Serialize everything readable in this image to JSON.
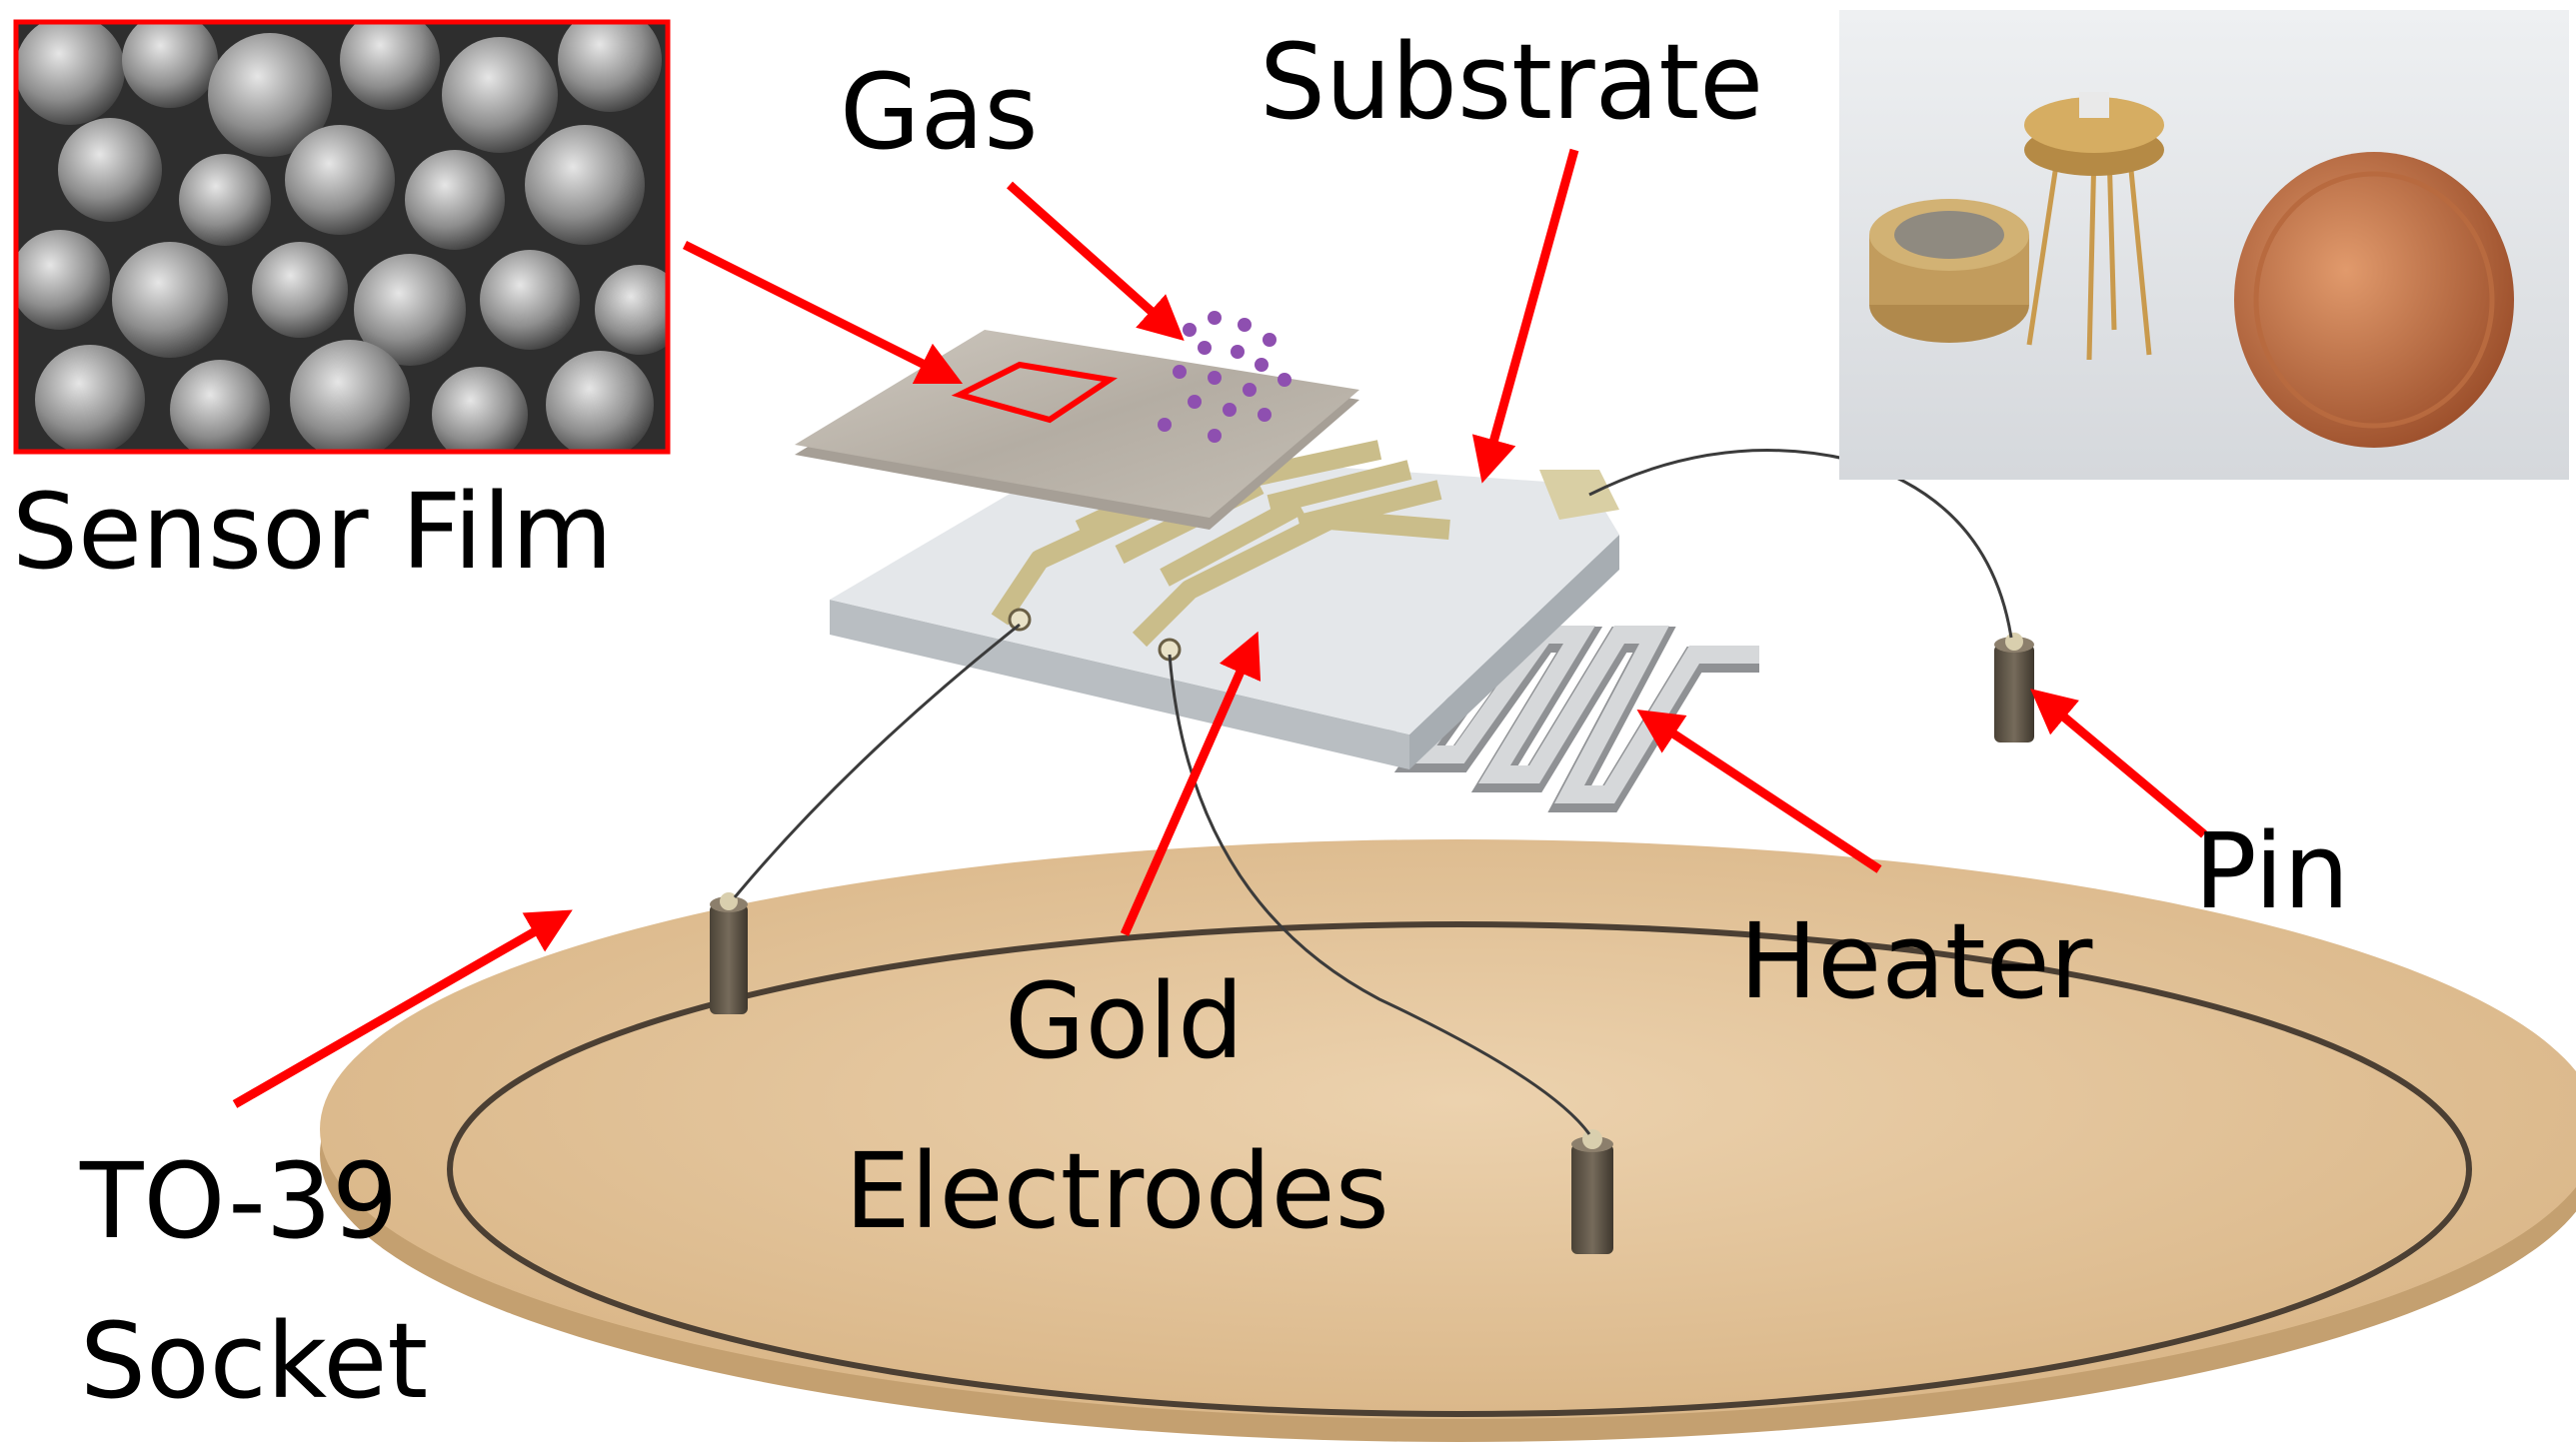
{
  "labels": {
    "gas": "Gas",
    "substrate": "Substrate",
    "sensor_film": "Sensor Film",
    "gold": "Gold",
    "electrodes": "Electrodes",
    "heater": "Heater",
    "pin": "Pin",
    "to39": "TO-39",
    "socket": "Socket"
  },
  "colors": {
    "arrow": "#ff0000",
    "socket": "#e4c39a",
    "socket_edge": "#c9a577",
    "gold_electrode": "#cfc292",
    "substrate": "#dfe3e6",
    "heater": "#cfd1d3",
    "film": "#bcb6ad",
    "gas_particle": "#8e4fb0",
    "pin": "#5a5145",
    "text": "#000000"
  },
  "icons": {
    "sem_inset": "sem-micrograph-image",
    "photo_inset": "sensor-and-coin-photo"
  }
}
